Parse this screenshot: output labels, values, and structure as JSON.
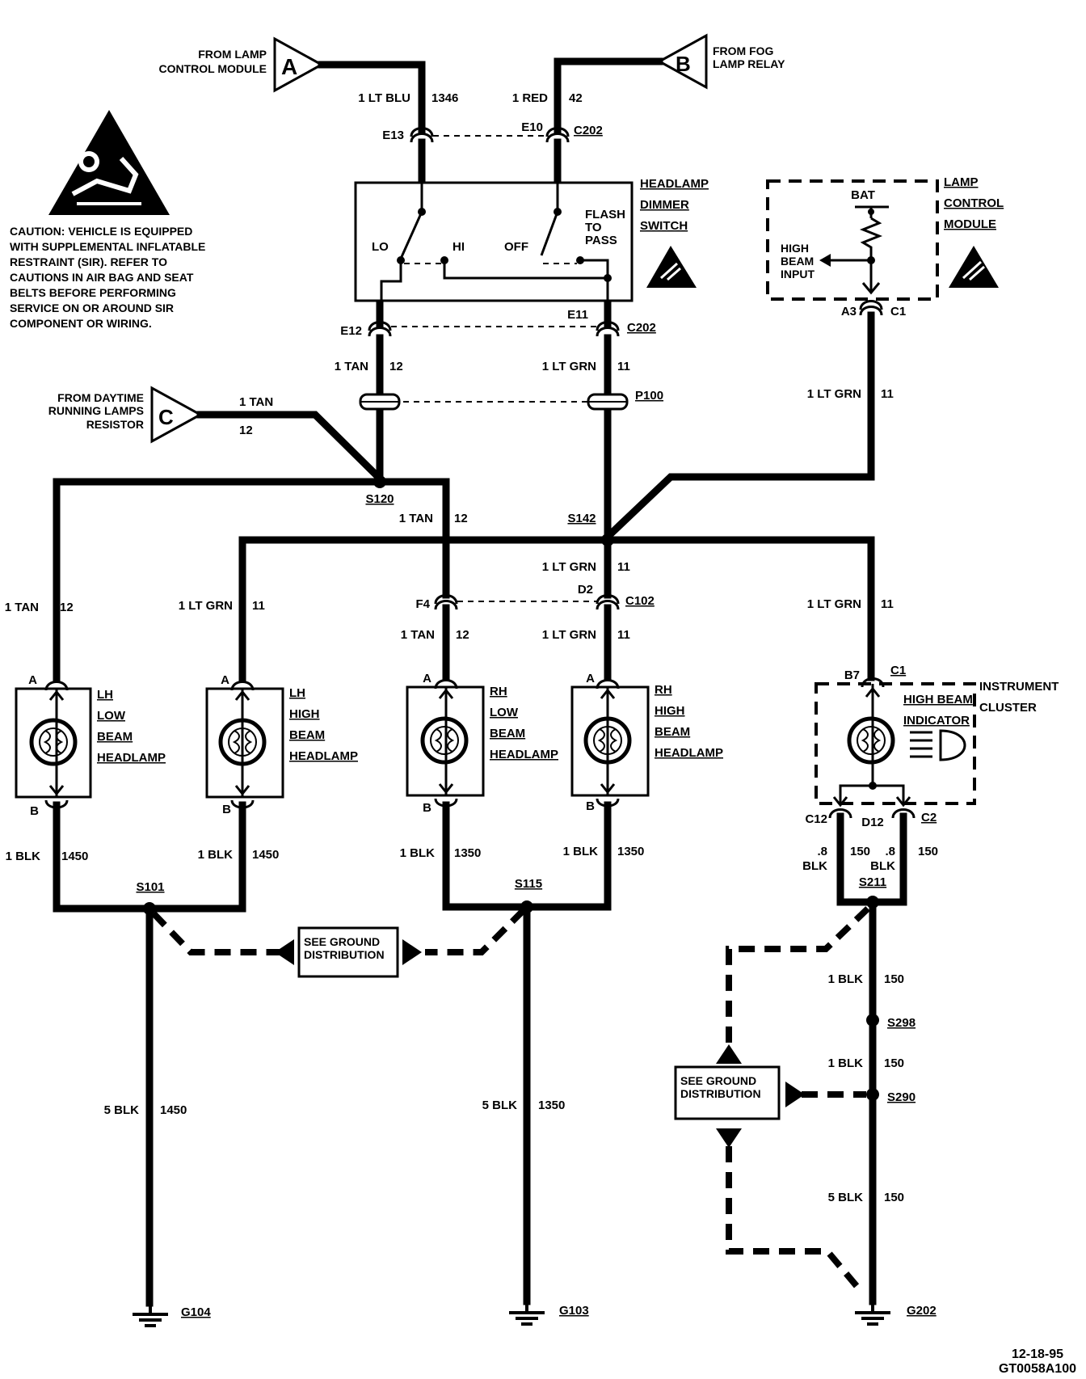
{
  "caption": {
    "lines": [
      "CAUTION: VEHICLE IS EQUIPPED",
      "WITH SUPPLEMENTAL INFLATABLE",
      "RESTRAINT (SIR). REFER TO",
      "CAUTIONS IN AIR BAG AND SEAT",
      "BELTS BEFORE PERFORMING",
      "SERVICE ON OR AROUND SIR",
      "COMPONENT OR WIRING."
    ]
  },
  "sources": {
    "a": {
      "letter": "A",
      "line1": "FROM LAMP",
      "line2": "CONTROL MODULE"
    },
    "b": {
      "letter": "B",
      "line1": "FROM FOG",
      "line2": "LAMP RELAY"
    },
    "c": {
      "letter": "C",
      "line1": "FROM DAYTIME",
      "line2": "RUNNING LAMPS",
      "line3": "RESISTOR"
    }
  },
  "components": {
    "dimmer": {
      "line1": "HEADLAMP",
      "line2": "DIMMER",
      "line3": "SWITCH",
      "lo": "LO",
      "hi": "HI",
      "off": "OFF",
      "flash1": "FLASH",
      "flash2": "TO",
      "flash3": "PASS"
    },
    "lcm": {
      "line1": "LAMP",
      "line2": "CONTROL",
      "line3": "MODULE",
      "bat": "BAT",
      "input1": "HIGH",
      "input2": "BEAM",
      "input3": "INPUT"
    },
    "lh_low": {
      "line1": "LH",
      "line2": "LOW",
      "line3": "BEAM",
      "line4": "HEADLAMP"
    },
    "lh_high": {
      "line1": "LH",
      "line2": "HIGH",
      "line3": "BEAM",
      "line4": "HEADLAMP"
    },
    "rh_low": {
      "line1": "RH",
      "line2": "LOW",
      "line3": "BEAM",
      "line4": "HEADLAMP"
    },
    "rh_high": {
      "line1": "RH",
      "line2": "HIGH",
      "line3": "BEAM",
      "line4": "HEADLAMP"
    },
    "cluster": {
      "line1": "INSTRUMENT",
      "line2": "CLUSTER",
      "ind1": "HIGH BEAM",
      "ind2": "INDICATOR"
    }
  },
  "wires": {
    "w1346": {
      "gauge": "1 LT BLU",
      "circuit": "1346"
    },
    "w42": {
      "gauge": "1 RED",
      "circuit": "42"
    },
    "w12_dim": {
      "gauge": "1 TAN",
      "circuit": "12"
    },
    "w11_dim": {
      "gauge": "1 LT GRN",
      "circuit": "11"
    },
    "w11_lcm": {
      "gauge": "1 LT GRN",
      "circuit": "11"
    },
    "w12_c": {
      "gauge": "1 TAN",
      "circuit": "12"
    },
    "w12_mid": {
      "gauge": "1 TAN",
      "circuit": "12"
    },
    "w11_mid": {
      "gauge": "1 LT GRN",
      "circuit": "11"
    },
    "w12_lhl": {
      "gauge": "1 TAN",
      "circuit": "12"
    },
    "w11_lhh": {
      "gauge": "1 LT GRN",
      "circuit": "11"
    },
    "w12_rhl": {
      "gauge": "1 TAN",
      "circuit": "12"
    },
    "w11_rhh": {
      "gauge": "1 LT GRN",
      "circuit": "11"
    },
    "w11_cl": {
      "gauge": "1 LT GRN",
      "circuit": "11"
    },
    "w1450_a": {
      "gauge": "1 BLK",
      "circuit": "1450"
    },
    "w1450_b": {
      "gauge": "1 BLK",
      "circuit": "1450"
    },
    "w1350_a": {
      "gauge": "1 BLK",
      "circuit": "1350"
    },
    "w1350_b": {
      "gauge": "1 BLK",
      "circuit": "1350"
    },
    "w150_a": {
      "gauge1": ".8",
      "gauge2": "BLK",
      "circuit": "150"
    },
    "w150_b": {
      "gauge1": ".8",
      "gauge2": "BLK",
      "circuit": "150"
    },
    "w150_c": {
      "gauge": "1 BLK",
      "circuit": "150"
    },
    "w150_d": {
      "gauge": "1 BLK",
      "circuit": "150"
    },
    "w150_e": {
      "gauge": "5 BLK",
      "circuit": "150"
    },
    "w1450_g": {
      "gauge": "5 BLK",
      "circuit": "1450"
    },
    "w1350_g": {
      "gauge": "5 BLK",
      "circuit": "1350"
    }
  },
  "connectors": {
    "e13": "E13",
    "e10": "E10",
    "c202_top": "C202",
    "e12": "E12",
    "e11": "E11",
    "c202_bot": "C202",
    "p100": "P100",
    "a3": "A3",
    "c1_lcm": "C1",
    "f4": "F4",
    "d2": "D2",
    "c102": "C102",
    "b7": "B7",
    "c1_cl": "C1",
    "c12": "C12",
    "d12": "D12",
    "c2": "C2",
    "pin_a": "A",
    "pin_b": "B"
  },
  "splices": {
    "s120": "S120",
    "s142": "S142",
    "s101": "S101",
    "s115": "S115",
    "s211": "S211",
    "s298": "S298",
    "s290": "S290"
  },
  "grounds": {
    "g104": "G104",
    "g103": "G103",
    "g202": "G202"
  },
  "ground_dist": {
    "line1": "SEE GROUND",
    "line2": "DISTRIBUTION"
  },
  "footer": {
    "date": "12-18-95",
    "code": "GT0058A100"
  }
}
